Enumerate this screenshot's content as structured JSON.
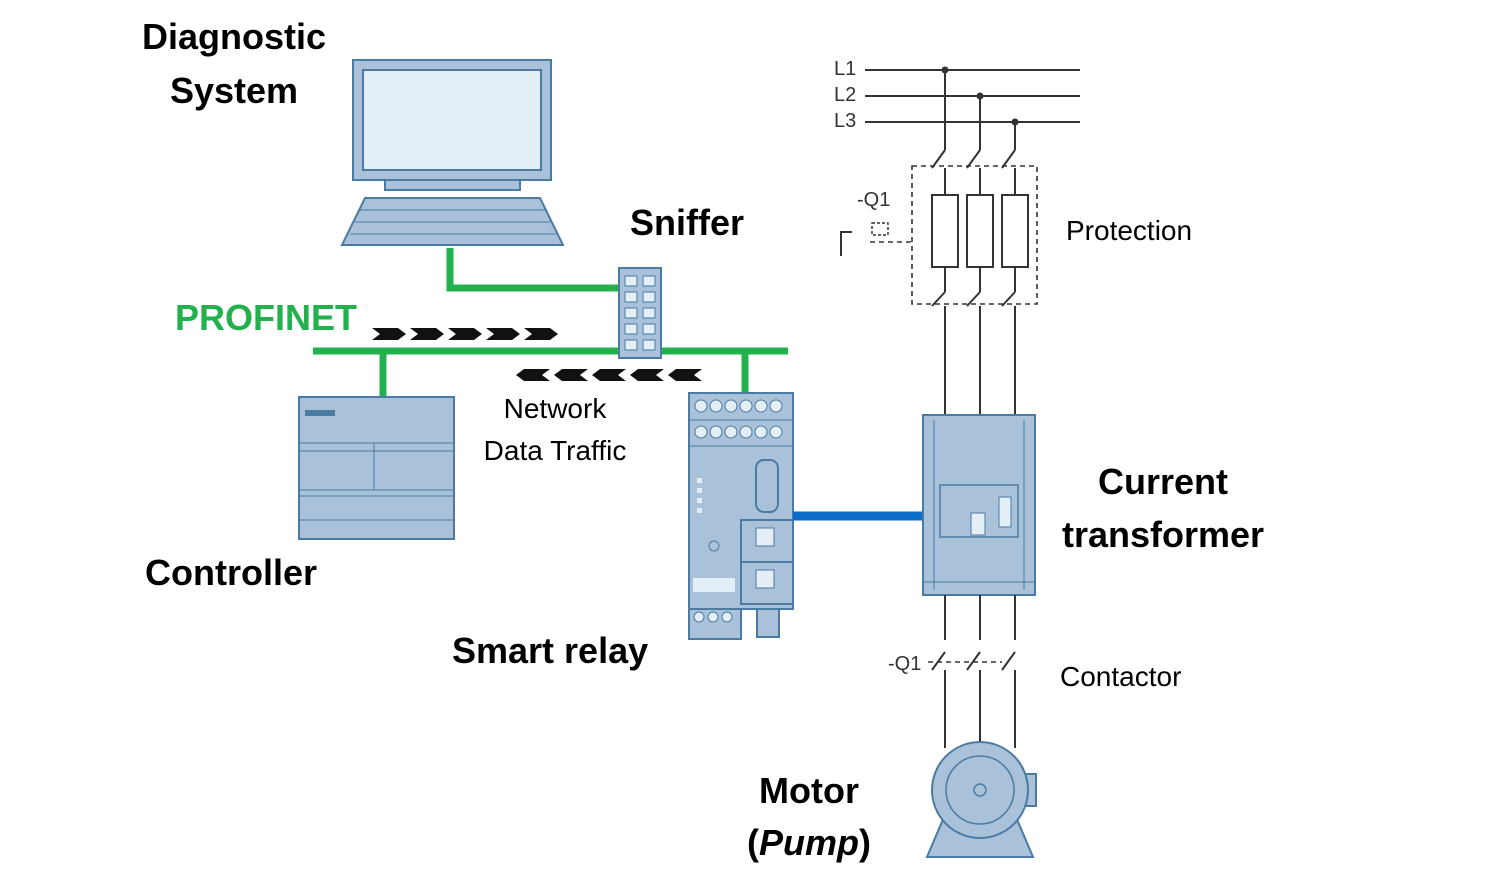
{
  "labels": {
    "diagnostic_line1": "Diagnostic",
    "diagnostic_line2": "System",
    "sniffer": "Sniffer",
    "profinet": "PROFINET",
    "network_line1": "Network",
    "network_line2": "Data Traffic",
    "controller": "Controller",
    "smart_relay": "Smart relay",
    "current_line1": "Current",
    "current_line2": "transformer",
    "protection": "Protection",
    "contactor": "Contactor",
    "motor_line1": "Motor",
    "motor_open": "(",
    "motor_pump": "Pump",
    "motor_close": ")",
    "phase_l1": "L1",
    "phase_l2": "L2",
    "phase_l3": "L3",
    "q1_top": "-Q1",
    "q1_bottom": "-Q1"
  },
  "colors": {
    "profinet_green": "#22b14c",
    "device_blue": "#a9c2d9",
    "device_stroke": "#4b7aa3",
    "link_blue": "#0a6ec8"
  }
}
